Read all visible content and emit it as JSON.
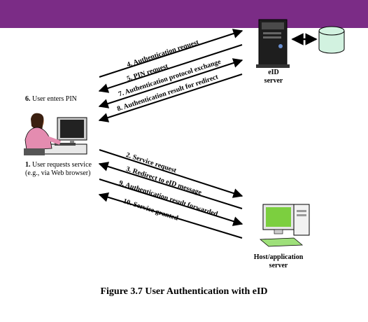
{
  "header": {
    "bar_color": "#7b2c86"
  },
  "actors": {
    "eid_server": {
      "line1": "eID",
      "line2": "server"
    },
    "host_server": {
      "line1": "Host/application",
      "line2": "server"
    },
    "user": {
      "pin_num": "6.",
      "pin_text": "User enters PIN",
      "req_num": "1.",
      "req_text": "User requests service",
      "req_sub": "(e.g., via Web browser)"
    }
  },
  "messages": {
    "m4": "4. Authentication request",
    "m5": "5. PIN request",
    "m7": "7. Authentication protocol exchange",
    "m8": "8. Authentication result for redirect",
    "m2": "2. Service request",
    "m3": "3. Redirect to eID message",
    "m9": "9. Authentication result forwarded",
    "m10": "10. Service granted"
  },
  "caption": "Figure 3.7  User Authentication with eID",
  "colors": {
    "database": "#d2f2e0",
    "host_screen": "#7ccf3f",
    "server_body": "#2a2a2a",
    "user_shirt": "#e48cb0"
  }
}
